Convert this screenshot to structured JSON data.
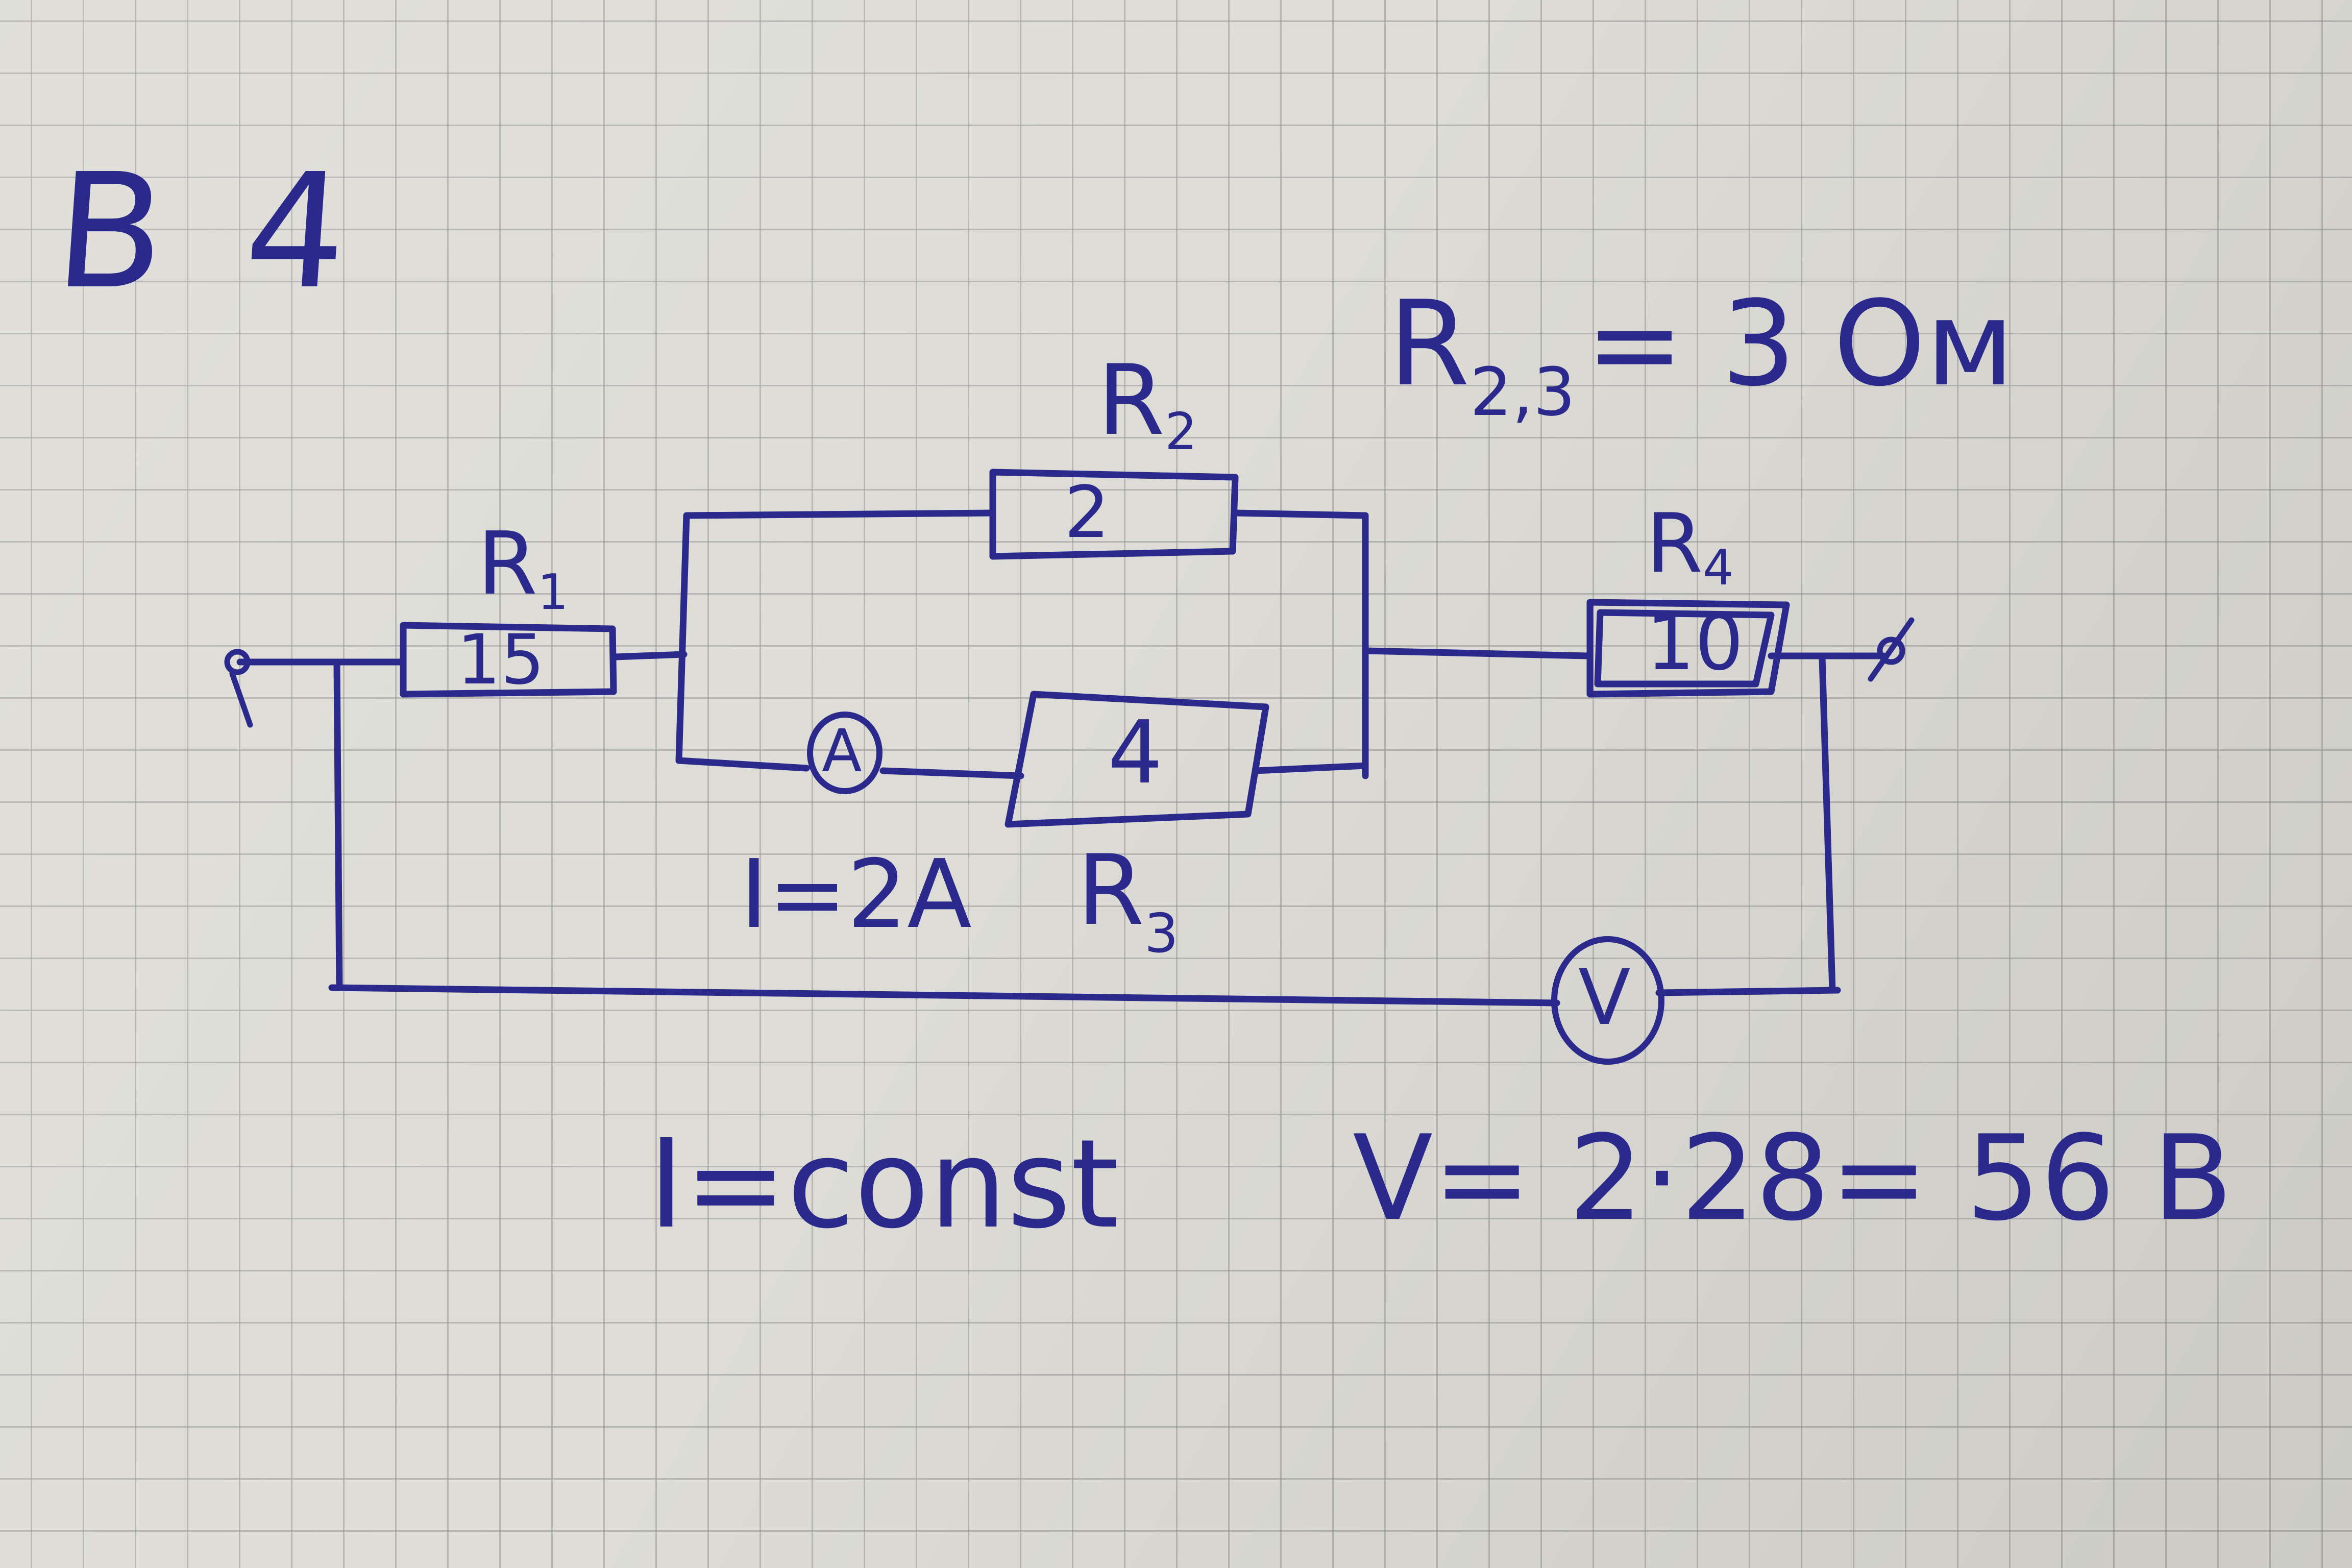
{
  "ink_color": "#2b2a8c",
  "paper_color": "#dddcd6",
  "variant_label": "В 4",
  "header_note": {
    "base": "R",
    "sub": "2,3",
    "rest": "= 3 Ом"
  },
  "resistors": {
    "r1": {
      "name": "R",
      "sub": "1",
      "value": "15"
    },
    "r2": {
      "name": "R",
      "sub": "2",
      "value": "2"
    },
    "r3": {
      "name": "R",
      "sub": "3",
      "value": "4"
    },
    "r4": {
      "name": "R",
      "sub": "4",
      "value": "10"
    }
  },
  "ammeter": {
    "symbol": "A",
    "reading": "I=2A"
  },
  "voltmeter": {
    "symbol": "V"
  },
  "bottom_notes": {
    "current": "I=const",
    "voltage": "V= 2·28= 56 B"
  }
}
